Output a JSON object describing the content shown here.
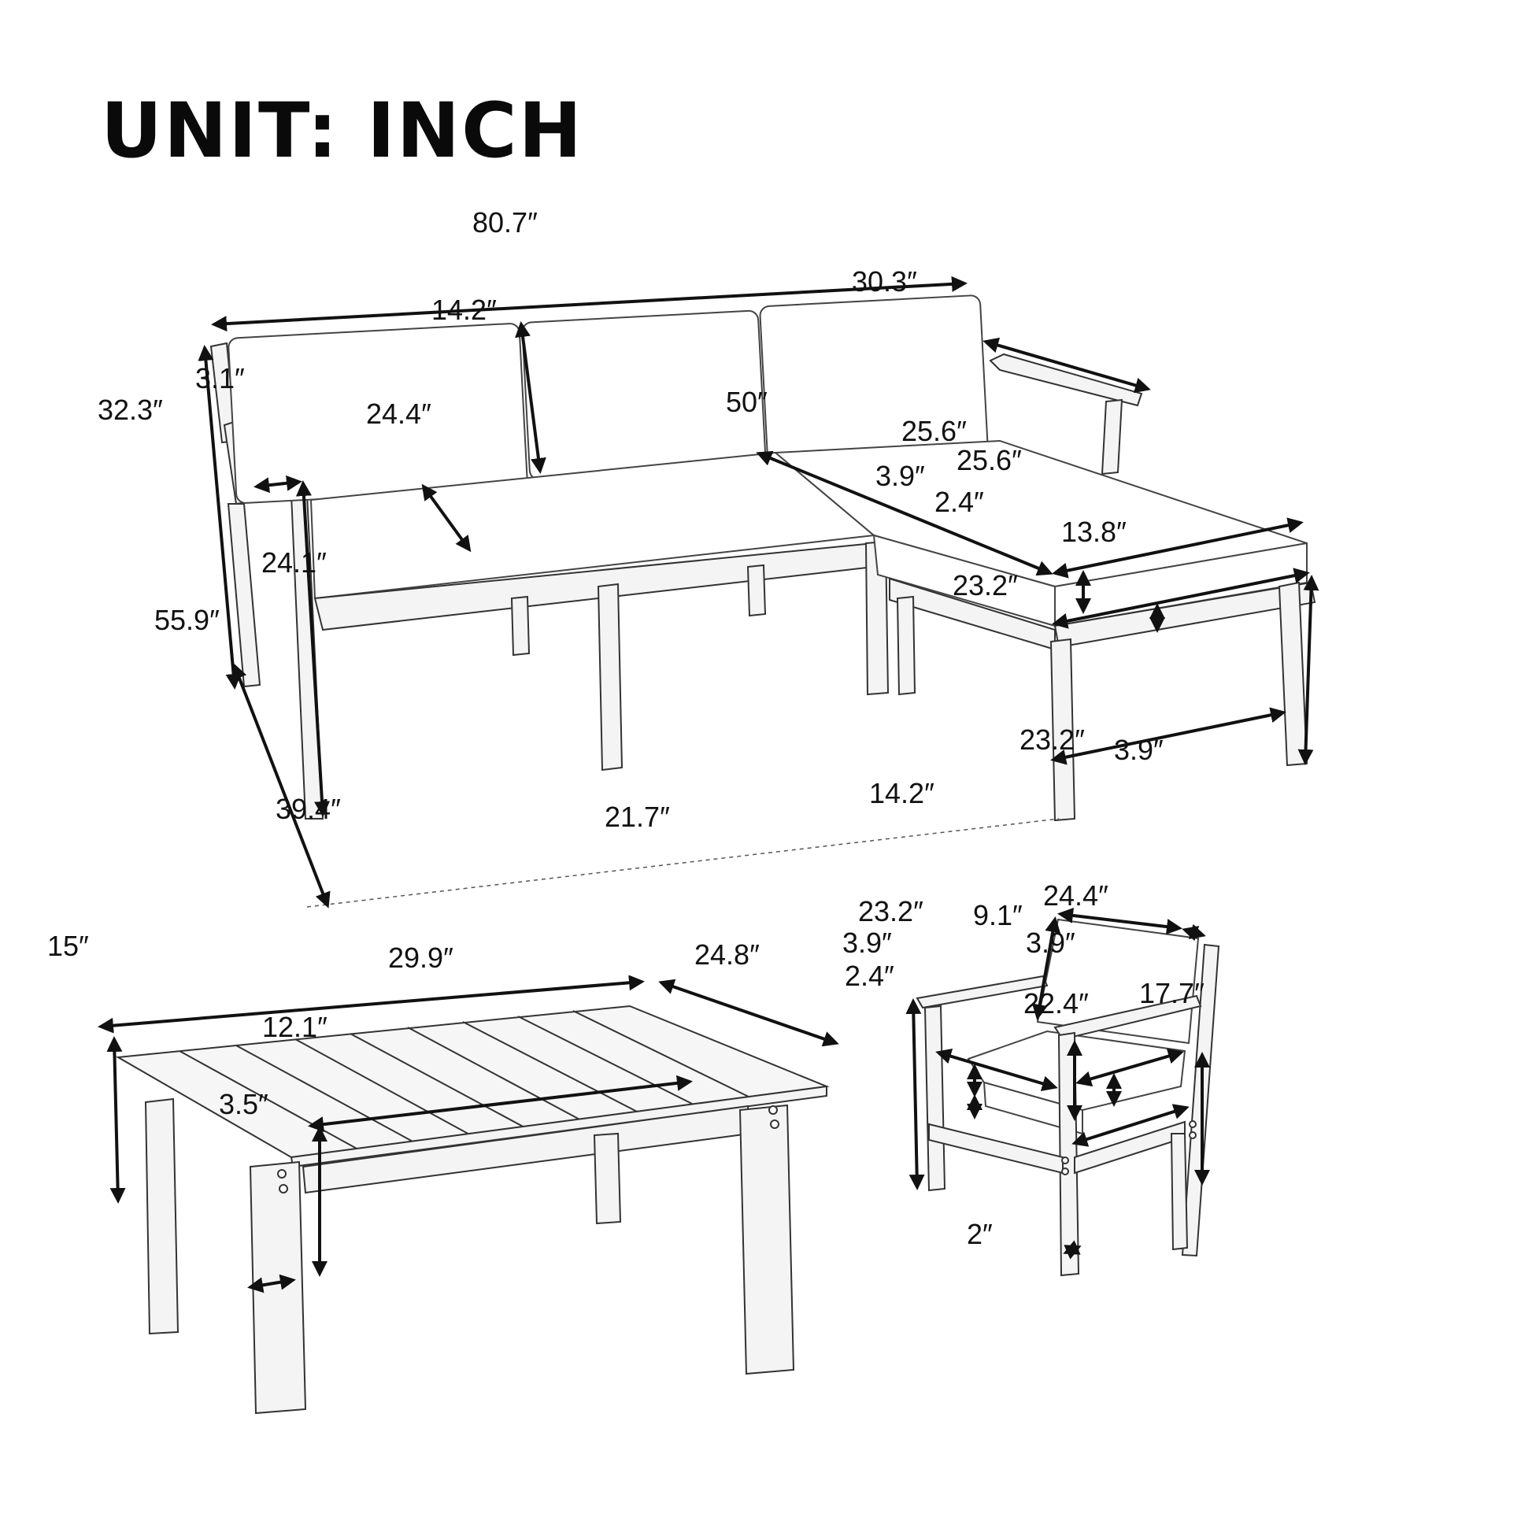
{
  "title": "UNIT: INCH",
  "sofa": {
    "overall_length": "80.7″",
    "back_cushion_height": "14.2″",
    "chaise_armrest_length": "30.3″",
    "overall_height": "32.3″",
    "armrest_width": "3.1″",
    "seat_depth": "24.4″",
    "chaise_length": "50″",
    "chaise_cushion_width": "25.6″",
    "chaise_cushion_thickness": "3.9″",
    "chaise_frame_width": "25.6″",
    "chaise_frame_thickness": "2.4″",
    "chaise_height": "13.8″",
    "seat_height_to_armrest": "24.1″",
    "chaise_leg_span": "23.2″",
    "overall_depth": "55.9″"
  },
  "table": {
    "length": "39.4″",
    "width": "21.7″",
    "height": "15″",
    "inner_length": "29.9″",
    "leg_height": "12.1″",
    "leg_width": "3.5″"
  },
  "chair": {
    "back_width": "23.2″",
    "back_thickness": "3.9″",
    "back_height": "14.2″",
    "overall_height": "24.8″",
    "seat_width": "23.2″",
    "arm_height_above_seat": "9.1″",
    "seat_depth": "24.4″",
    "cushion_thickness_front": "3.9″",
    "cushion_thickness_side": "3.9″",
    "frame_thickness": "2.4″",
    "inner_depth": "22.4″",
    "seat_height": "17.7″",
    "leg_width": "2″"
  }
}
